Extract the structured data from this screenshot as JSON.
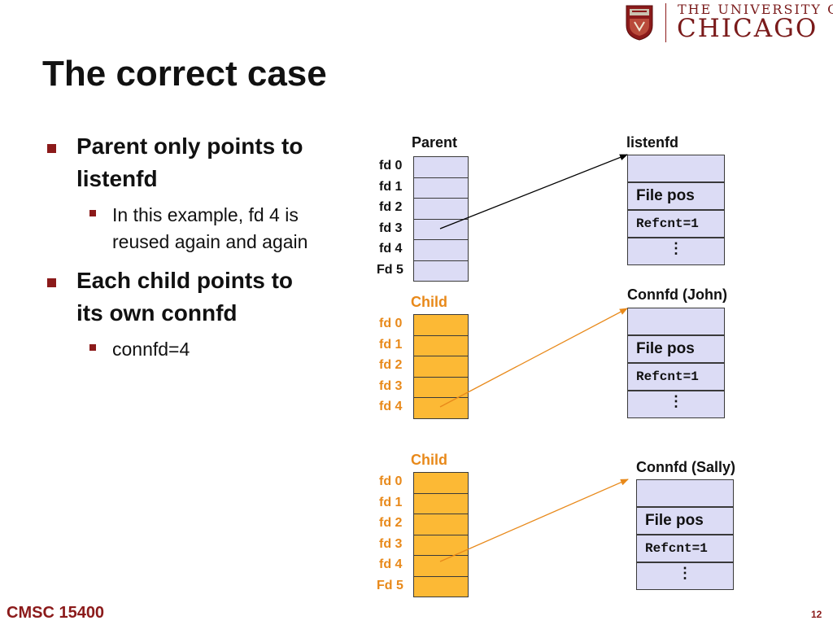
{
  "logo": {
    "line1": "THE UNIVERSITY OF",
    "line2": "CHICAGO",
    "crest_icon": "university-crest-icon",
    "brand_color": "#7a1a1a"
  },
  "slide": {
    "title": "The correct case",
    "bullets": [
      {
        "text_line1": "Parent only points to",
        "text_line2": "listenfd",
        "sub": {
          "line1": "In this example, fd 4 is",
          "line2": "reused again and again"
        }
      },
      {
        "text_line1": "Each child points to",
        "text_line2": "its own connfd",
        "sub": {
          "line1": "connfd=4"
        }
      }
    ]
  },
  "diagram": {
    "parent": {
      "label": "Parent",
      "fds": [
        "fd 0",
        "fd 1",
        "fd 2",
        "fd 3",
        "fd 4",
        "Fd 5"
      ],
      "color": "#dcdcf5"
    },
    "child1": {
      "label": "Child",
      "fds": [
        "fd 0",
        "fd 1",
        "fd 2",
        "fd 3",
        "fd 4"
      ],
      "color": "#fcb935",
      "label_color": "#e8891a"
    },
    "child2": {
      "label": "Child",
      "fds": [
        "fd 0",
        "fd 1",
        "fd 2",
        "fd 3",
        "fd 4",
        "Fd 5"
      ],
      "color": "#fcb935",
      "label_color": "#e8891a"
    },
    "file_tables": [
      {
        "label": "listenfd",
        "file_pos": "File pos",
        "refcnt": "Refcnt=1",
        "dots": "⋮"
      },
      {
        "label": "Connfd (John)",
        "file_pos": "File pos",
        "refcnt": "Refcnt=1",
        "dots": "⋮"
      },
      {
        "label": "Connfd (Sally)",
        "file_pos": "File pos",
        "refcnt": "Refcnt=1",
        "dots": "⋮"
      }
    ],
    "arrow_color_parent": "#000000",
    "arrow_color_child": "#e8891a"
  },
  "footer": {
    "course": "CMSC 15400",
    "page": "12"
  }
}
